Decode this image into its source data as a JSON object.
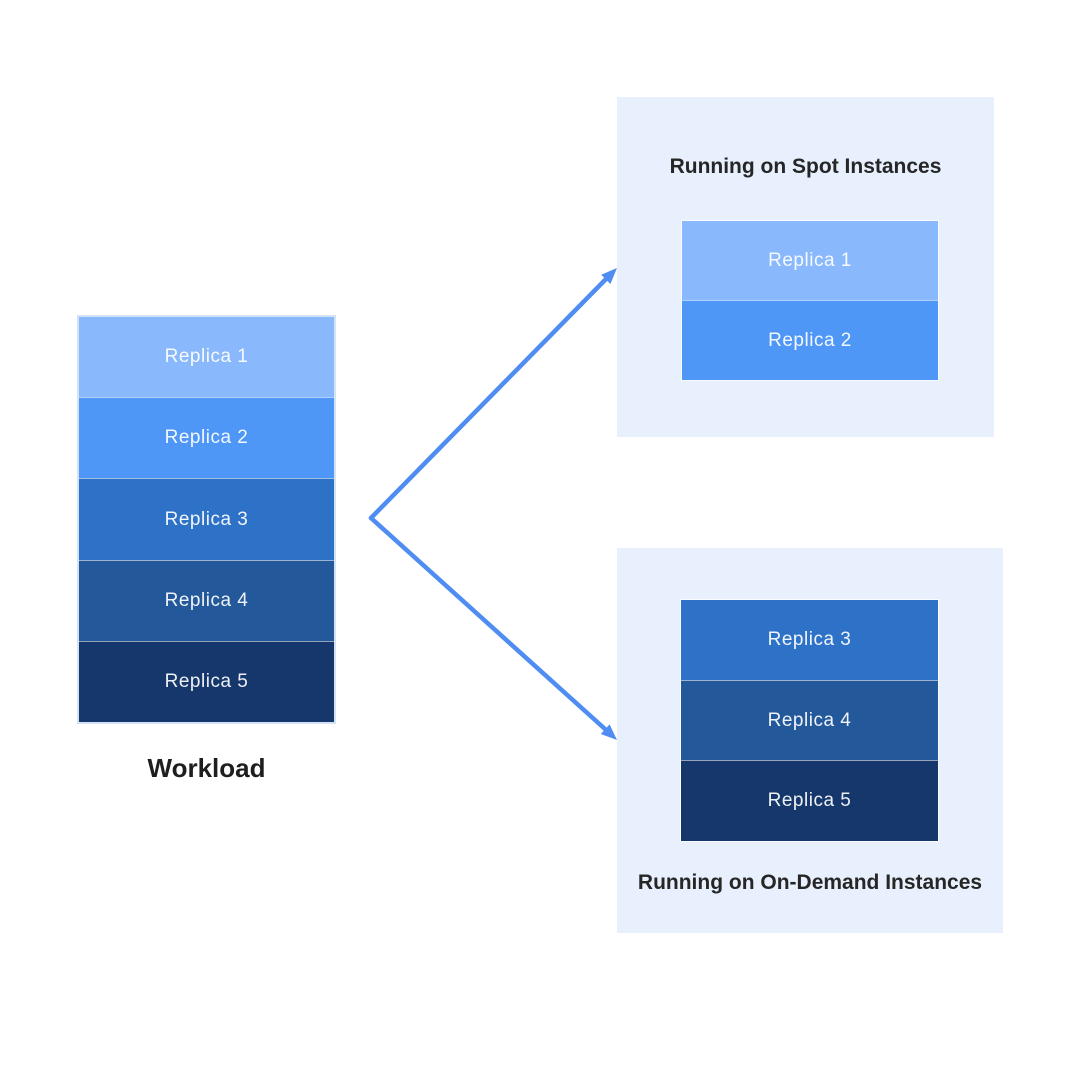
{
  "colors": {
    "background": "#ffffff",
    "panel_bg": "#e7f0fc",
    "arrow": "#4f8df2",
    "stack_border": "#d3e2f4",
    "title_text": "#262626",
    "replica_text": "#f4f8ff"
  },
  "workload": {
    "label": "Workload",
    "replicas": [
      {
        "label": "Replica 1",
        "color": "#8ab8fc"
      },
      {
        "label": "Replica 2",
        "color": "#4f97f7"
      },
      {
        "label": "Replica 3",
        "color": "#2e72c8"
      },
      {
        "label": "Replica 4",
        "color": "#23589a"
      },
      {
        "label": "Replica 5",
        "color": "#15376b"
      }
    ]
  },
  "spot_panel": {
    "title": "Running on Spot Instances",
    "replicas": [
      {
        "label": "Replica 1",
        "color": "#8ab8fc"
      },
      {
        "label": "Replica 2",
        "color": "#4f97f7"
      }
    ]
  },
  "on_demand_panel": {
    "title": "Running on On-Demand Instances",
    "replicas": [
      {
        "label": "Replica 3",
        "color": "#2e72c8"
      },
      {
        "label": "Replica 4",
        "color": "#23589a"
      },
      {
        "label": "Replica 5",
        "color": "#15376b"
      }
    ]
  }
}
